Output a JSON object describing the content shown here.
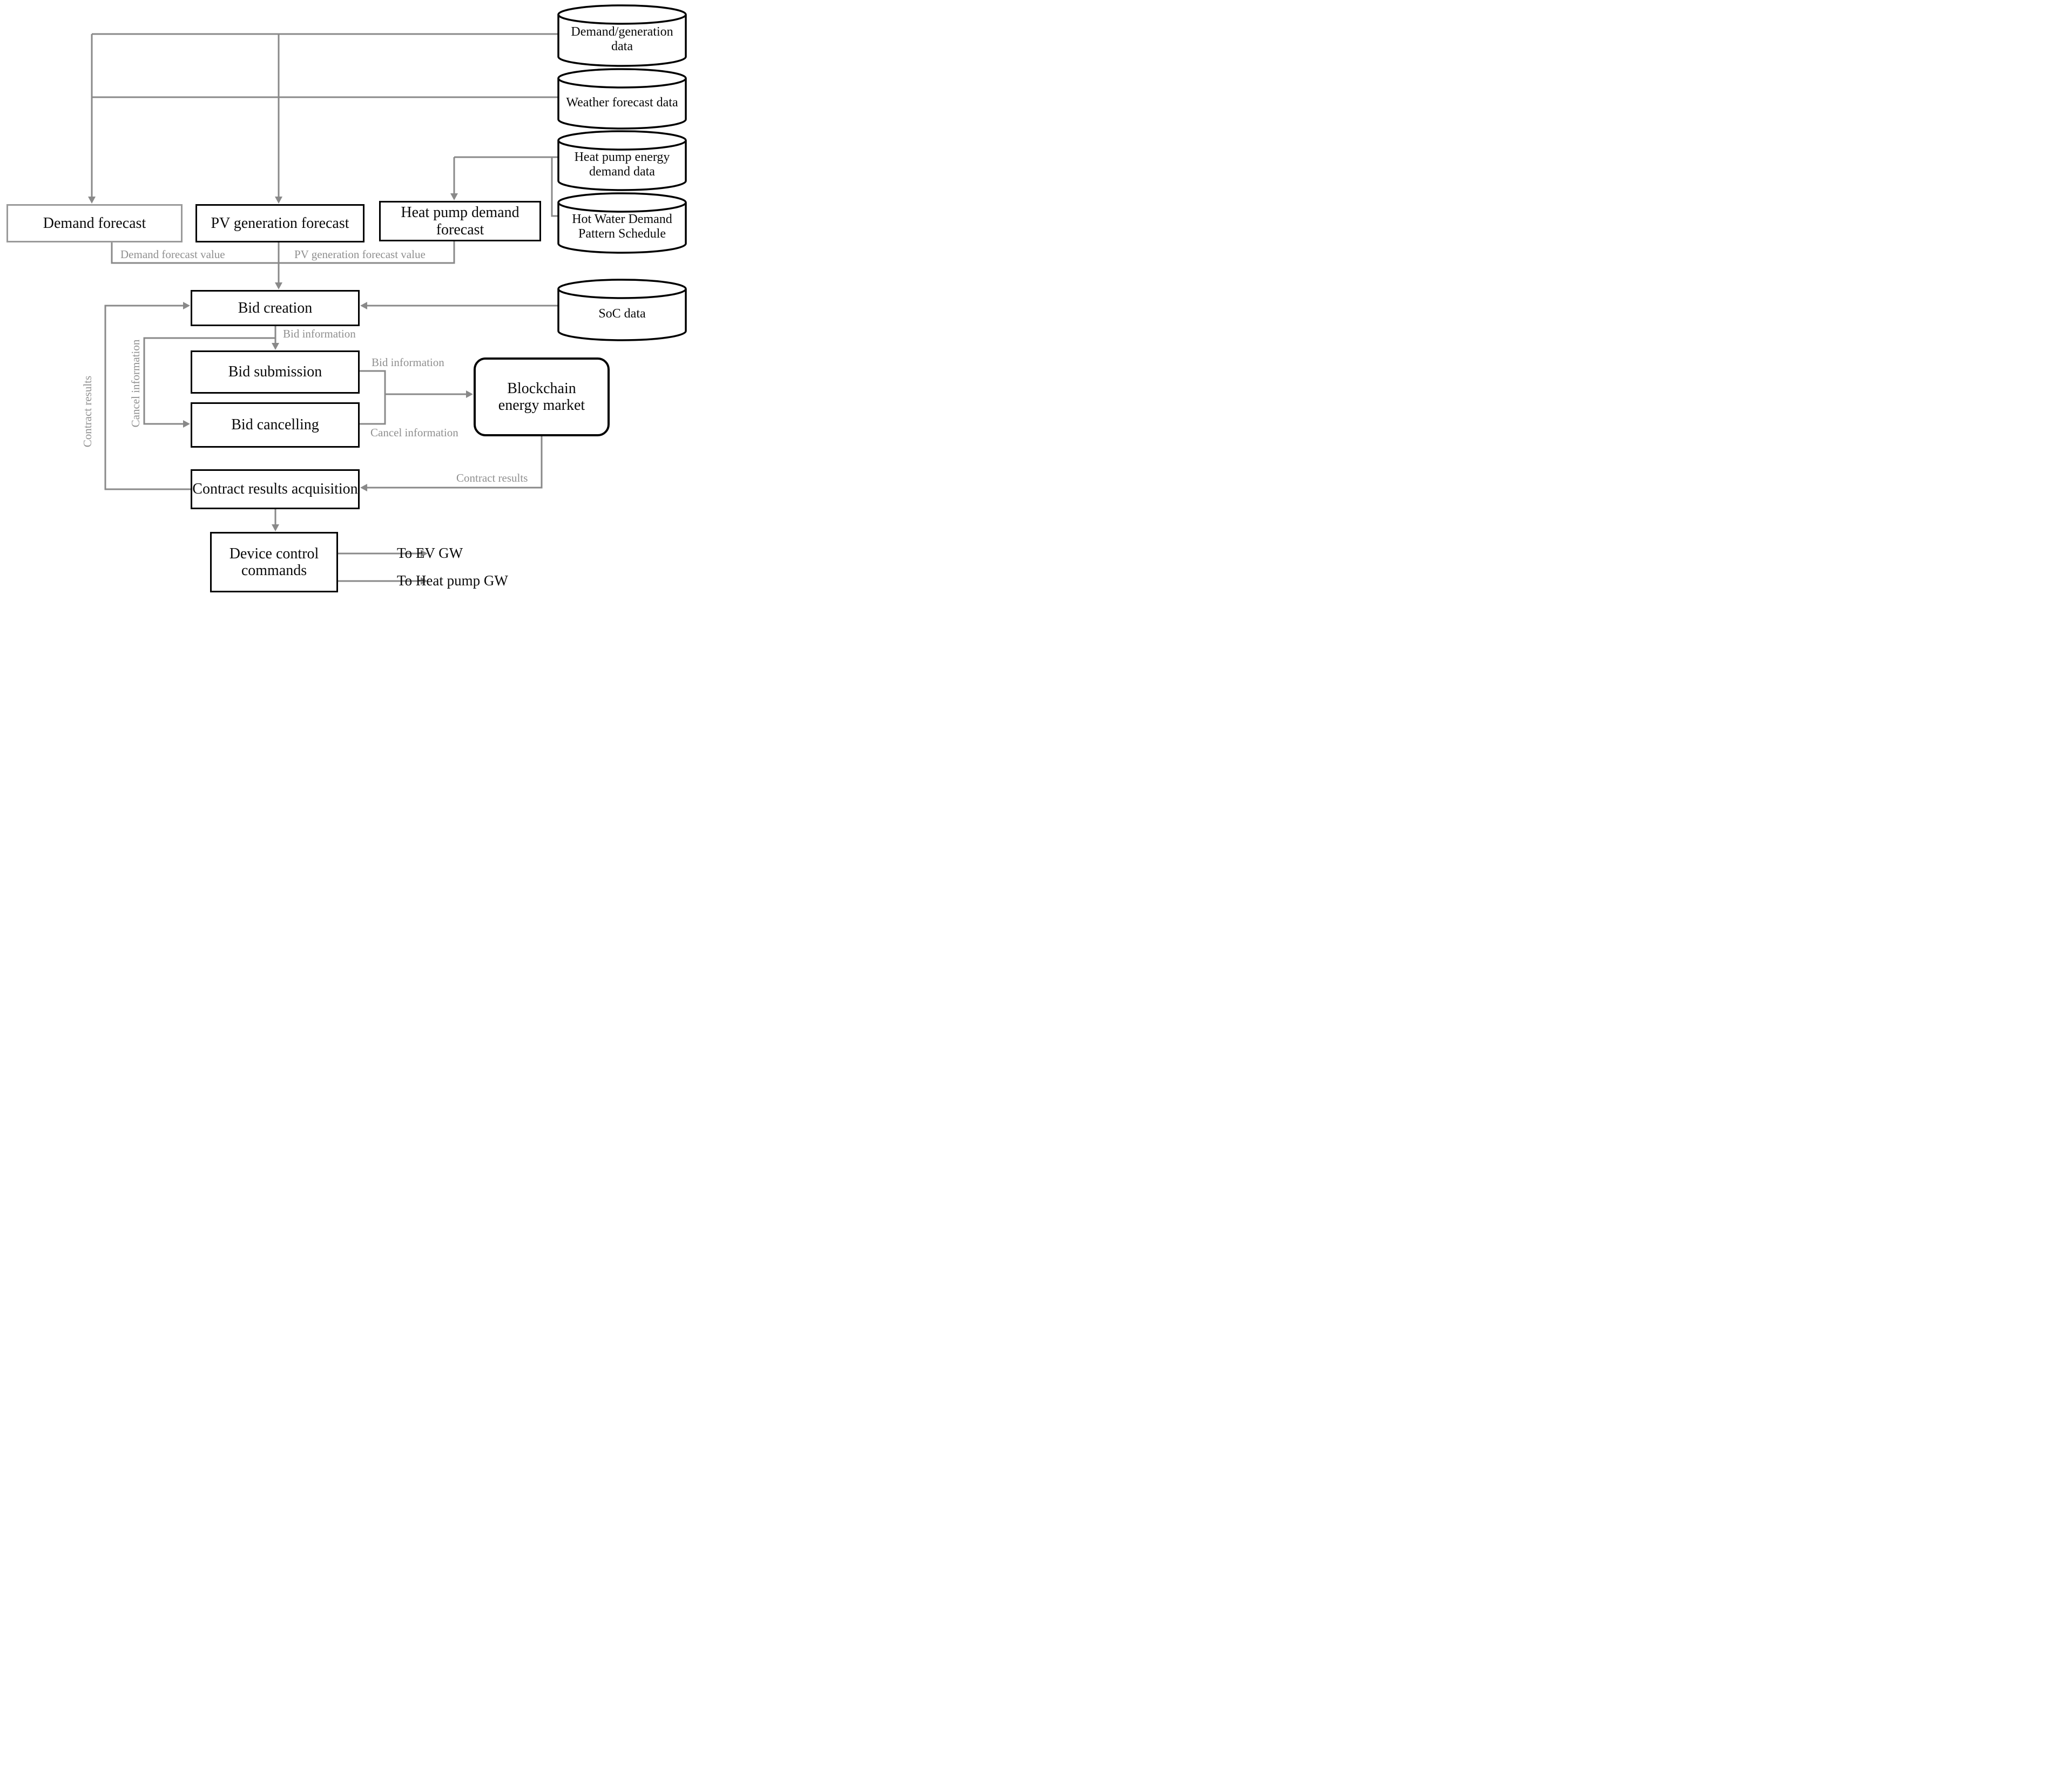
{
  "diagram": {
    "nodes": {
      "demand_forecast": {
        "label": "Demand forecast"
      },
      "pv_forecast": {
        "label": "PV generation forecast"
      },
      "hp_forecast": {
        "label": "Heat pump demand forecast"
      },
      "bid_creation": {
        "label": "Bid creation"
      },
      "bid_submission": {
        "label": "Bid submission"
      },
      "bid_cancelling": {
        "label": "Bid cancelling"
      },
      "blockchain_market": {
        "label": "Blockchain energy market"
      },
      "contract_acquisition": {
        "label": "Contract results acquisition"
      },
      "device_commands": {
        "label": "Device control commands"
      }
    },
    "datastores": [
      {
        "label": "Demand/generation data"
      },
      {
        "label": "Weather forecast data"
      },
      {
        "label": "Heat pump energy demand data"
      },
      {
        "label": "Hot Water Demand Pattern Schedule"
      },
      {
        "label": "SoC data"
      }
    ],
    "edge_labels": {
      "demand_forecast_value": "Demand forecast value",
      "pv_forecast_value": "PV generation forecast value",
      "bid_information_down": "Bid information",
      "cancel_information_loop": "Cancel information",
      "contract_results_loop": "Contract results",
      "bid_information_market": "Bid information",
      "cancel_information_market": "Cancel information",
      "contract_results_market": "Contract results"
    },
    "outputs": {
      "ev_gw": "To EV GW",
      "heat_pump_gw": "To Heat pump GW"
    },
    "colors": {
      "connector": "#898989",
      "edge_label": "#8f8f8f",
      "node_border": "#000000",
      "muted_node_border": "#9a9a9a",
      "text": "#0a0a0a",
      "background": "#ffffff"
    }
  }
}
